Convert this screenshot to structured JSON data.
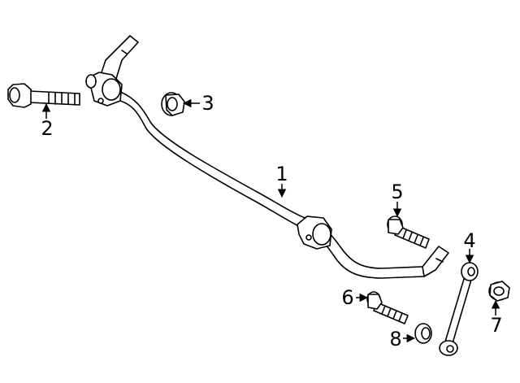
{
  "diagram": {
    "callouts": [
      {
        "id": "bar",
        "number": "1"
      },
      {
        "id": "bolt-long",
        "number": "2"
      },
      {
        "id": "nut-top",
        "number": "3"
      },
      {
        "id": "link",
        "number": "4"
      },
      {
        "id": "bolt-right",
        "number": "5"
      },
      {
        "id": "bolt-lower",
        "number": "6"
      },
      {
        "id": "nut-right",
        "number": "7"
      },
      {
        "id": "washer",
        "number": "8"
      }
    ]
  }
}
